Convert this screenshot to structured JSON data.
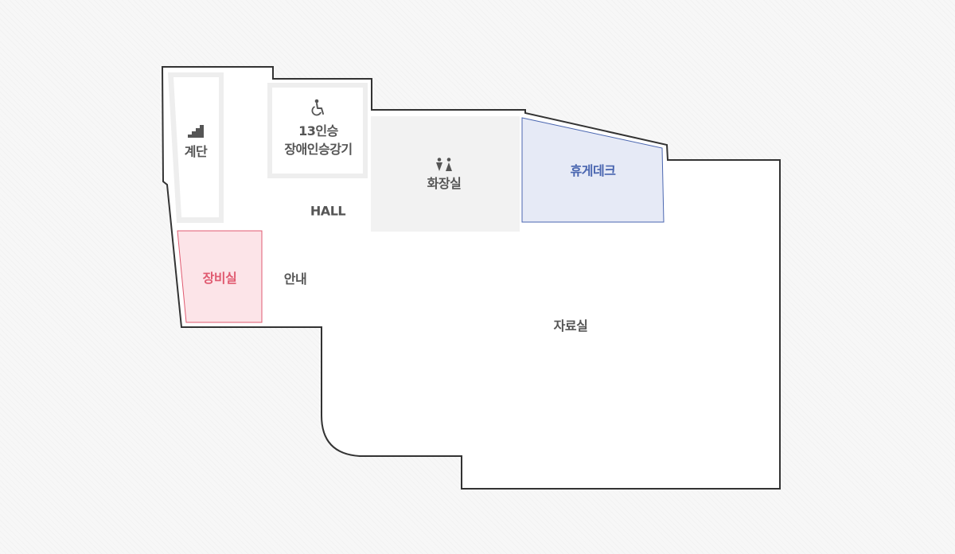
{
  "floor_plan": {
    "rooms": {
      "stairs": {
        "label": "계단",
        "icon": "stairs-icon"
      },
      "elevator": {
        "label_line1": "13인승",
        "label_line2": "장애인승강기",
        "icon": "wheelchair-icon"
      },
      "hall": {
        "label": "HALL"
      },
      "restroom": {
        "label": "화장실",
        "icon": "restroom-icon"
      },
      "rest_deck": {
        "label": "휴게데크",
        "color": "#4a66b0",
        "fill": "#e6eaf6"
      },
      "equipment_room": {
        "label": "장비실",
        "color": "#e05a70",
        "fill": "#fce4e8"
      },
      "info": {
        "label": "안내"
      },
      "reference_room": {
        "label": "자료실"
      }
    },
    "colors": {
      "outline": "#333333",
      "text": "#555555",
      "restroom_fill": "#f2f2f2",
      "wall_gray": "#eeeeee"
    }
  }
}
